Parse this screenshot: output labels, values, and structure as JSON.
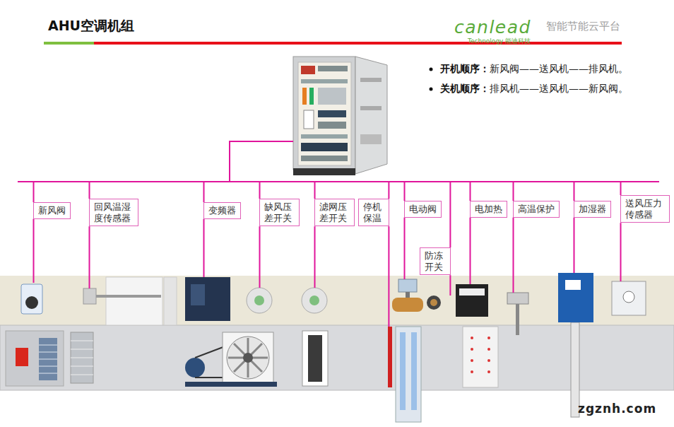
{
  "diagram": {
    "title": "AHU空调机组",
    "nodes": [
      {
        "text": [
          "新风阀"
        ]
      },
      {
        "text": [
          "回风温湿 度传感器"
        ]
      },
      {
        "text": [
          "变频器"
        ]
      },
      {
        "text": [
          "缺风压 差开关"
        ]
      },
      {
        "text": [
          "滤网压 差开关"
        ]
      },
      {
        "text": [
          "停机 保温"
        ]
      },
      {
        "text": [
          "电动阀"
        ]
      },
      {
        "text": [
          "防冻 开关"
        ]
      },
      {
        "text": [
          "电加热"
        ]
      },
      {
        "text": [
          "高温保护"
        ]
      },
      {
        "text": [
          "加湿器"
        ]
      },
      {
        "text": [
          "送风压力 传感器"
        ]
      }
    ],
    "labels": [
      "canlead",
      "Technology 能迪科技",
      "智能节能云平台",
      "开机顺序：",
      "新风阀——送风机——排风机。",
      "关机顺序：",
      "排风机——送风机——新风阀。",
      "zgznh.com"
    ]
  }
}
